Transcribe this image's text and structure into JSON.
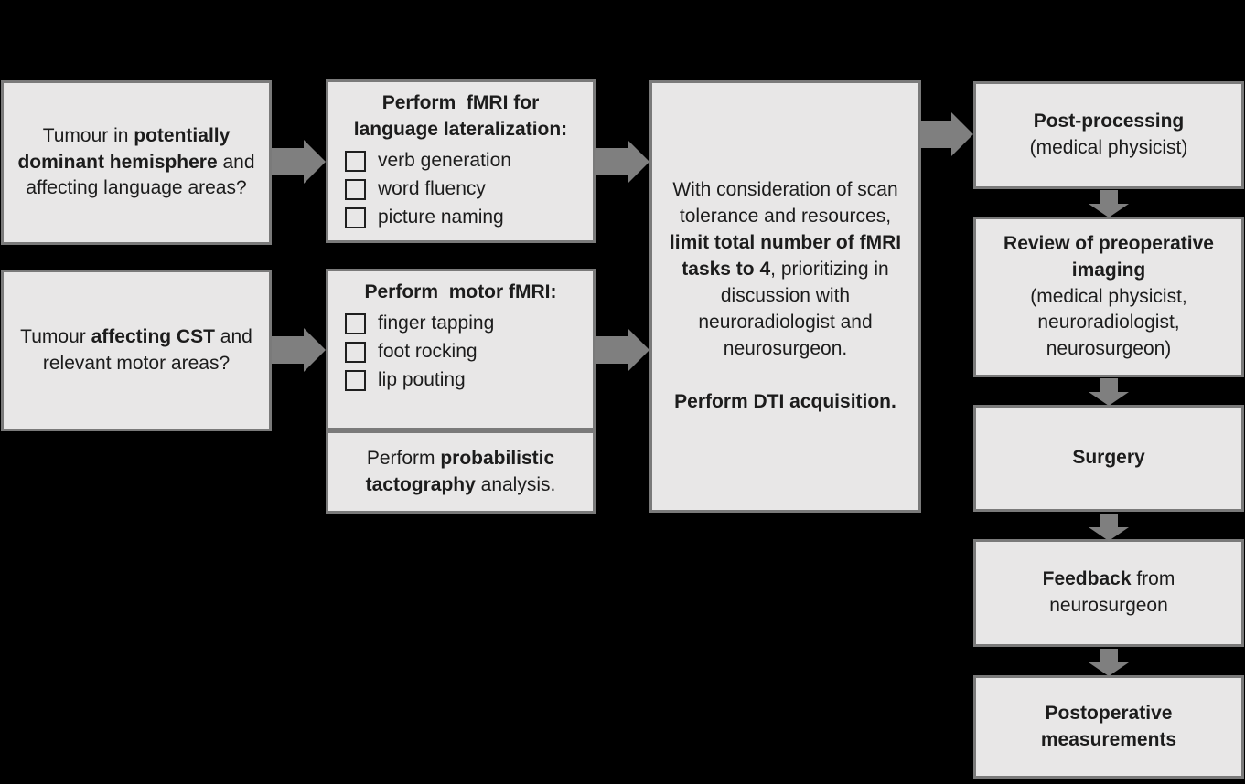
{
  "colors": {
    "background": "#000000",
    "box_fill": "#e8e7e7",
    "box_border": "#7a7a7a",
    "arrow": "#7f7f7f",
    "text": "#1c1c1c"
  },
  "boxes": {
    "tumour_language": {
      "seg_regular_1": "Tumour in ",
      "seg_bold": "potentially dominant hemisphere",
      "seg_regular_2": " and affecting language areas?"
    },
    "fmri_language": {
      "title": "Perform  fMRI for language lateralization:",
      "items": [
        "verb generation",
        "word fluency",
        "picture naming"
      ]
    },
    "tumour_motor": {
      "seg_regular_1": "Tumour ",
      "seg_bold": "affecting CST",
      "seg_regular_2": " and relevant motor areas?"
    },
    "motor_fmri": {
      "title": "Perform  motor fMRI:",
      "items": [
        "finger tapping",
        "foot rocking",
        "lip pouting"
      ]
    },
    "tactography": {
      "seg_regular_1": "Perform ",
      "seg_bold": "probabilistic tactography",
      "seg_regular_2": " analysis."
    },
    "consideration": {
      "para1": "With consideration of scan tolerance and resources,",
      "para2_bold": "limit total number of fMRI tasks to 4",
      "para2_rest": ", prioritizing in discussion with neuroradiologist and neurosurgeon.",
      "para3_bold": "Perform DTI acquisition."
    },
    "post_processing": {
      "title": "Post-processing",
      "subtitle": "(medical physicist)"
    },
    "review": {
      "title": "Review of preoperative imaging",
      "subtitle": "(medical physicist, neuroradiologist, neurosurgeon)"
    },
    "surgery": {
      "title": "Surgery"
    },
    "feedback": {
      "seg_bold": "Feedback",
      "seg_regular": " from neurosurgeon"
    },
    "postoperative": {
      "title": "Postoperative measurements"
    }
  }
}
